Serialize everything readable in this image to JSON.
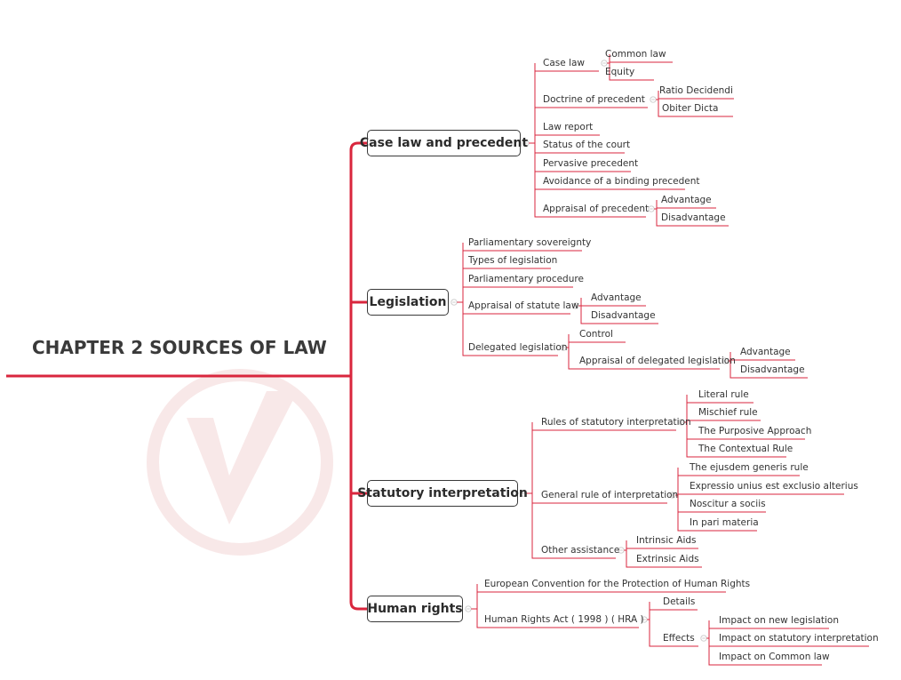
{
  "root": {
    "label": "CHAPTER 2 SOURCES OF LAW"
  },
  "branches": [
    {
      "label": "Case law and precedent",
      "children": [
        {
          "label": "Case law",
          "children": [
            {
              "label": "Common law"
            },
            {
              "label": "Equity"
            }
          ]
        },
        {
          "label": "Doctrine of precedent",
          "children": [
            {
              "label": "Ratio Decidendi"
            },
            {
              "label": "Obiter Dicta"
            }
          ]
        },
        {
          "label": "Law report"
        },
        {
          "label": "Status of the court"
        },
        {
          "label": "Pervasive precedent"
        },
        {
          "label": "Avoidance of a binding precedent"
        },
        {
          "label": "Appraisal of precedent",
          "children": [
            {
              "label": "Advantage"
            },
            {
              "label": "Disadvantage"
            }
          ]
        }
      ]
    },
    {
      "label": "Legislation",
      "children": [
        {
          "label": "Parliamentary sovereignty"
        },
        {
          "label": "Types of legislation"
        },
        {
          "label": "Parliamentary procedure"
        },
        {
          "label": "Appraisal of statute law",
          "children": [
            {
              "label": "Advantage"
            },
            {
              "label": "Disadvantage"
            }
          ]
        },
        {
          "label": "Delegated legislation",
          "children": [
            {
              "label": "Control"
            },
            {
              "label": "Appraisal of delegated legislation",
              "children": [
                {
                  "label": "Advantage"
                },
                {
                  "label": "Disadvantage"
                }
              ]
            }
          ]
        }
      ]
    },
    {
      "label": "Statutory interpretation",
      "children": [
        {
          "label": "Rules of statutory interpretation",
          "children": [
            {
              "label": "Literal rule"
            },
            {
              "label": "Mischief rule"
            },
            {
              "label": "The Purposive Approach"
            },
            {
              "label": "The Contextual Rule"
            }
          ]
        },
        {
          "label": "General rule of  interpretation",
          "children": [
            {
              "label": "The ejusdem generis rule"
            },
            {
              "label": "Expressio unius est exclusio alterius"
            },
            {
              "label": "Noscitur a sociis"
            },
            {
              "label": "In pari materia"
            }
          ]
        },
        {
          "label": "Other assistance",
          "children": [
            {
              "label": "Intrinsic Aids"
            },
            {
              "label": "Extrinsic Aids"
            }
          ]
        }
      ]
    },
    {
      "label": "Human rights",
      "children": [
        {
          "label": "European Convention for the Protection of Human Rights"
        },
        {
          "label": "Human Rights Act ( 1998 )    ( HRA )",
          "children": [
            {
              "label": "Details"
            },
            {
              "label": "Effects",
              "children": [
                {
                  "label": "Impact on new legislation"
                },
                {
                  "label": "Impact on statutory interpretation"
                },
                {
                  "label": "Impact on Common law"
                }
              ]
            }
          ]
        }
      ]
    }
  ],
  "colors": {
    "accent": "#d9263d",
    "node_border": "#3a3a3a",
    "text": "#333333",
    "watermark": "#f4d6d6"
  },
  "icons": {
    "collapse": "collapse-circle-icon",
    "watermark_logo": "watermark-logo-icon"
  }
}
